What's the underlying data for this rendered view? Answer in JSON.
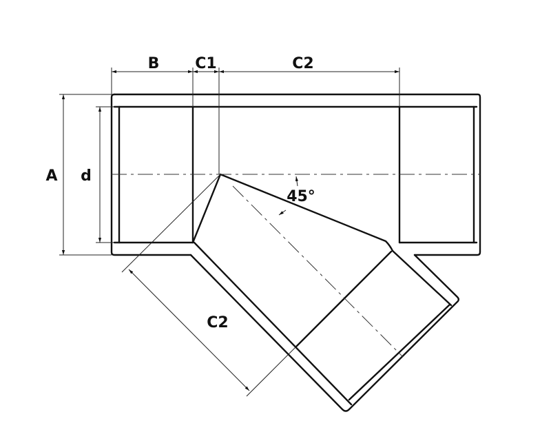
{
  "title": "Y-strainer / 45° lateral fitting dimension drawing",
  "labels": {
    "a": "A",
    "d": "d",
    "b": "B",
    "c1": "C1",
    "c2_top": "C2",
    "c2_branch": "C2",
    "angle": "45°"
  }
}
